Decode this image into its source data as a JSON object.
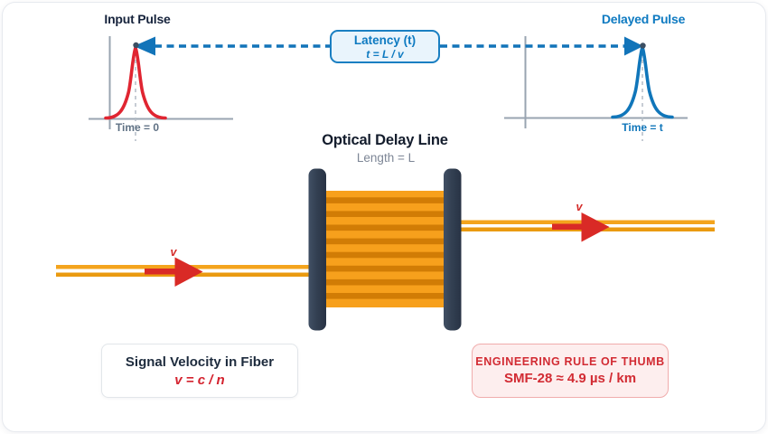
{
  "colors": {
    "accent_blue": "#1274b9",
    "accent_blue_text": "#0e7ac1",
    "pulse_red": "#e02531",
    "arrow_red": "#d92a26",
    "coil_orange": "#f7a01c",
    "coil_stripe_orange": "#d17c05",
    "fiber_orange_top": "#f4a41d",
    "fiber_orange_bottom": "#ea9a10",
    "flange_dark": "#283345",
    "flange_light": "#415064",
    "axis_gray": "#99a4b1",
    "title_navy": "#16233c",
    "rule_red": "#d22b33"
  },
  "input_pulse": {
    "title": "Input Pulse",
    "time_label": "Time = 0"
  },
  "delayed_pulse": {
    "title": "Delayed Pulse",
    "time_label": "Time = t"
  },
  "latency": {
    "title": "Latency (t)",
    "formula": "t = L / v"
  },
  "delay_line": {
    "title": "Optical Delay Line",
    "subtitle": "Length = L"
  },
  "fiber": {
    "velocity_label": "v"
  },
  "signal_box": {
    "title": "Signal Velocity in Fiber",
    "formula": "v = c / n"
  },
  "rule_box": {
    "title": "ENGINEERING RULE OF THUMB",
    "value": "SMF-28 ≈ 4.9 µs / km"
  }
}
